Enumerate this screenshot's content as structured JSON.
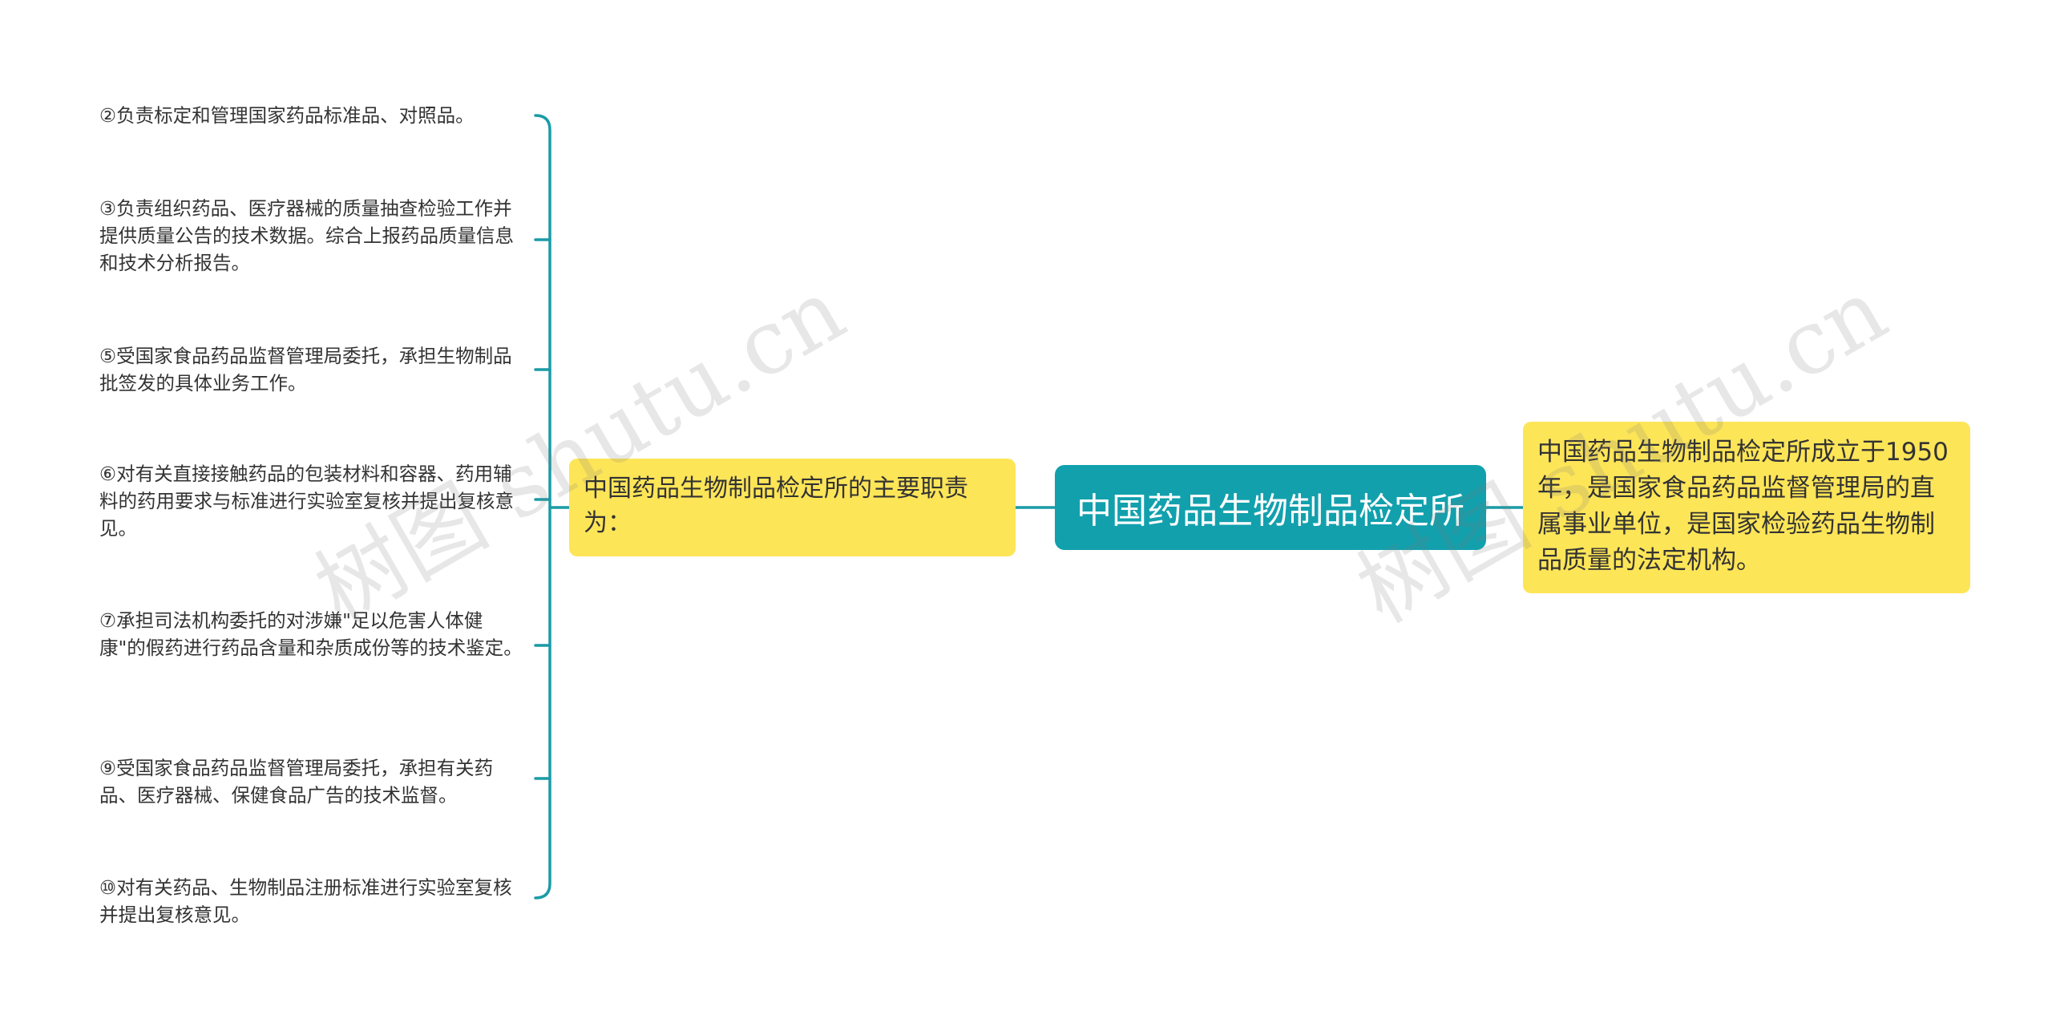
{
  "root": {
    "label": "中国药品生物制品检定所"
  },
  "middle_node": {
    "label": "中国药品生物制品检定所的主要职责为："
  },
  "right_node": {
    "label": "中国药品生物制品检定所成立于1950年，是国家食品药品监督管理局的直属事业单位，是国家检验药品生物制品质量的法定机构。"
  },
  "leaves": [
    "②负责标定和管理国家药品标准品、对照品。",
    "③负责组织药品、医疗器械的质量抽查检验工作并提供质量公告的技术数据。综合上报药品质量信息和技术分析报告。",
    "⑤受国家食品药品监督管理局委托，承担生物制品批签发的具体业务工作。",
    "⑥对有关直接接触药品的包装材料和容器、药用辅料的药用要求与标准进行实验室复核并提出复核意见。",
    "⑦承担司法机构委托的对涉嫌\"足以危害人体健康\"的假药进行药品含量和杂质成份等的技术鉴定。",
    "⑨受国家食品药品监督管理局委托，承担有关药品、医疗器械、保健食品广告的技术监督。",
    "⑩对有关药品、生物制品注册标准进行实验室复核并提出复核意见。"
  ],
  "watermark": {
    "text": "树图 shutu.cn"
  },
  "colors": {
    "root_fill": "#12a0ad",
    "node_fill": "#fde558",
    "connector": "#1a9ba6"
  }
}
